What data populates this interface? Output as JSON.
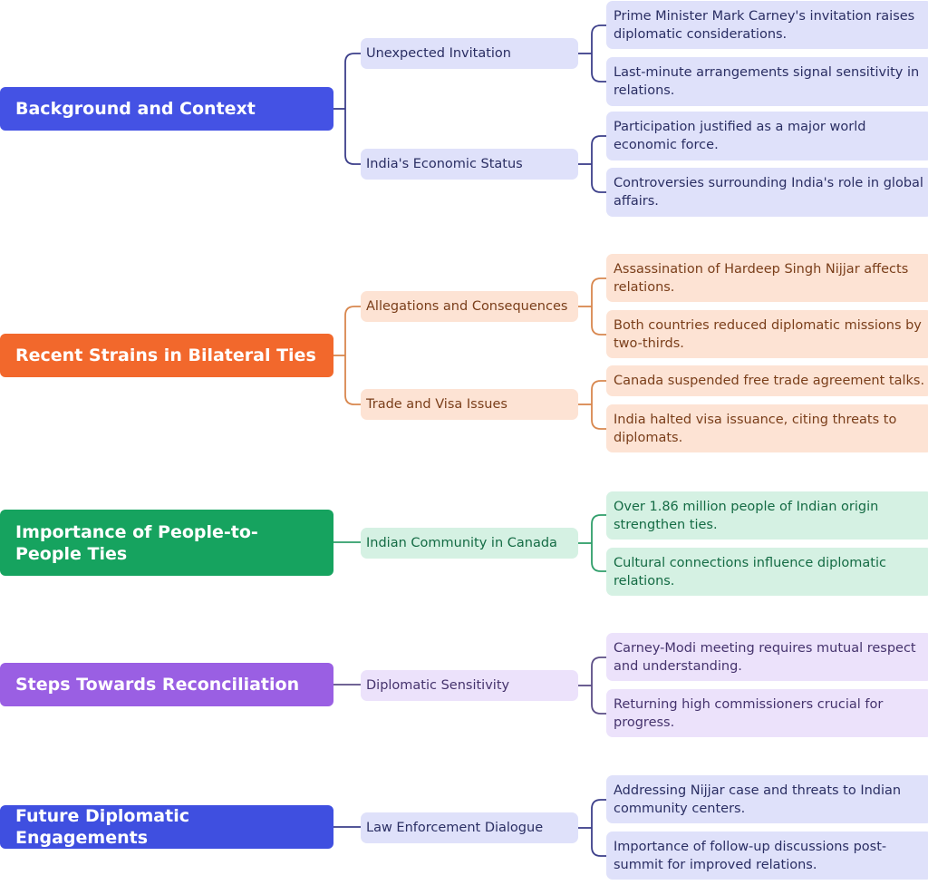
{
  "colors": {
    "blue": {
      "main": "#4452e4",
      "light": "#dfe1fa",
      "line": "#3c3f8a",
      "text": "#2a2e63"
    },
    "orange": {
      "main": "#f2682c",
      "light": "#fde3d4",
      "line": "#d8874e",
      "text": "#7a3e1a"
    },
    "green": {
      "main": "#16a35f",
      "light": "#d5f1e3",
      "line": "#2f9e6a",
      "text": "#146b44"
    },
    "purple": {
      "main": "#9a5fe3",
      "light": "#ece2fb",
      "line": "#5b4d86",
      "text": "#45336d"
    },
    "navy": {
      "main": "#3f4fe0",
      "light": "#dfe1fa",
      "line": "#3c3f8a",
      "text": "#2a2e63"
    }
  },
  "mindmap": {
    "branches": [
      {
        "title": "Background and Context",
        "color": "blue",
        "subtopics": [
          {
            "label": "Unexpected Invitation",
            "details": [
              "Prime Minister Mark Carney's invitation raises diplomatic considerations.",
              "Last-minute arrangements signal sensitivity in relations."
            ]
          },
          {
            "label": "India's Economic Status",
            "details": [
              "Participation justified as a major world economic force.",
              "Controversies surrounding India's role in global affairs."
            ]
          }
        ]
      },
      {
        "title": "Recent Strains in Bilateral Ties",
        "color": "orange",
        "subtopics": [
          {
            "label": "Allegations and Consequences",
            "details": [
              "Assassination of Hardeep Singh Nijjar affects relations.",
              "Both countries reduced diplomatic missions by two-thirds."
            ]
          },
          {
            "label": "Trade and Visa Issues",
            "details": [
              "Canada suspended free trade agreement talks.",
              "India halted visa issuance, citing threats to diplomats."
            ]
          }
        ]
      },
      {
        "title": "Importance of People-to-People Ties",
        "color": "green",
        "subtopics": [
          {
            "label": "Indian Community in Canada",
            "details": [
              "Over 1.86 million people of Indian origin strengthen ties.",
              "Cultural connections influence diplomatic relations."
            ]
          }
        ]
      },
      {
        "title": "Steps Towards Reconciliation",
        "color": "purple",
        "subtopics": [
          {
            "label": "Diplomatic Sensitivity",
            "details": [
              "Carney-Modi meeting requires mutual respect and understanding.",
              "Returning high commissioners crucial for progress."
            ]
          }
        ]
      },
      {
        "title": "Future Diplomatic Engagements",
        "color": "navy",
        "subtopics": [
          {
            "label": "Law Enforcement Dialogue",
            "details": [
              "Addressing Nijjar case and threats to Indian community centers.",
              "Importance of follow-up discussions post-summit for improved relations."
            ]
          }
        ]
      }
    ]
  }
}
